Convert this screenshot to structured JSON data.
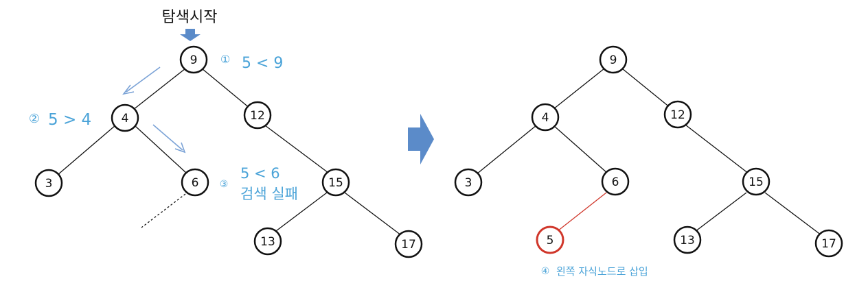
{
  "title": "탐색시작",
  "colors": {
    "node_stroke": "#111111",
    "highlight_stroke": "#d0362a",
    "annotation_text": "#4aa3d8",
    "arrow_fill": "#5b8bc9",
    "guide_arrow": "#7aa2d6"
  },
  "left_tree": {
    "nodes": [
      {
        "id": "n9",
        "label": "9"
      },
      {
        "id": "n4",
        "label": "4"
      },
      {
        "id": "n12",
        "label": "12"
      },
      {
        "id": "n3",
        "label": "3"
      },
      {
        "id": "n6",
        "label": "6"
      },
      {
        "id": "n15",
        "label": "15"
      },
      {
        "id": "n13",
        "label": "13"
      },
      {
        "id": "n17",
        "label": "17"
      }
    ],
    "steps": [
      {
        "marker": "①",
        "text": "5 < 9"
      },
      {
        "marker": "②",
        "text": "5 > 4"
      },
      {
        "marker": "③",
        "text": "5 < 6",
        "text2": "검색 실패"
      }
    ]
  },
  "right_tree": {
    "nodes": [
      {
        "id": "m9",
        "label": "9"
      },
      {
        "id": "m4",
        "label": "4"
      },
      {
        "id": "m12",
        "label": "12"
      },
      {
        "id": "m3",
        "label": "3"
      },
      {
        "id": "m6",
        "label": "6"
      },
      {
        "id": "m15",
        "label": "15"
      },
      {
        "id": "m5",
        "label": "5"
      },
      {
        "id": "m13",
        "label": "13"
      },
      {
        "id": "m17",
        "label": "17"
      }
    ],
    "step": {
      "marker": "④",
      "text": "왼쪽 자식노드로 삽입"
    }
  }
}
